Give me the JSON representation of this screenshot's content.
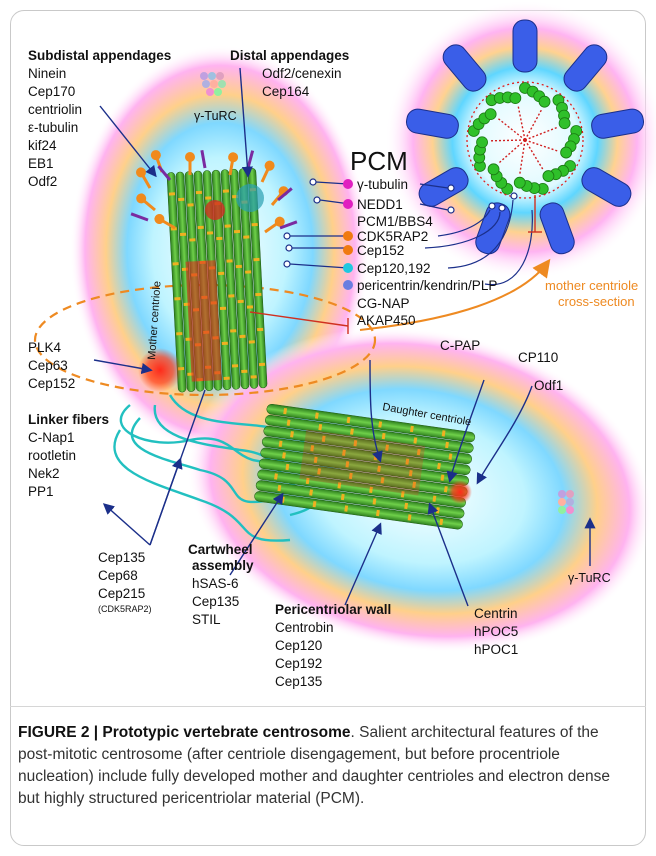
{
  "labels": {
    "subdistal_title": "Subdistal appendages",
    "subdistal_items": [
      "Ninein",
      "Cep170",
      "centriolin",
      "ε-tubulin",
      "kif24",
      "EB1",
      "Odf2"
    ],
    "distal_title": "Distal appendages",
    "distal_items": [
      "Odf2/cenexin",
      "Cep164"
    ],
    "gturc_top": "γ-TuRC",
    "pcm_title": "PCM",
    "pcm_items": [
      "γ-tubulin",
      "NEDD1",
      "PCM1/BBS4",
      "CDK5RAP2",
      "Cep152",
      "Cep120,192",
      "pericentrin/kendrin/PLP",
      "CG-NAP",
      "AKAP450"
    ],
    "mother_centriole": "Mother centriole",
    "cross_section": [
      "mother centriole",
      "cross-section"
    ],
    "plk4_items": [
      "PLK4",
      "Cep63",
      "Cep152"
    ],
    "linker_title": "Linker fibers",
    "linker_items": [
      "C-Nap1",
      "rootletin",
      "Nek2",
      "PP1"
    ],
    "cep135_items": [
      "Cep135",
      "Cep68",
      "Cep215"
    ],
    "cdk5rap2_note": "(CDK5RAP2)",
    "cartwheel_title": [
      "Cartwheel",
      "assembly"
    ],
    "cartwheel_items": [
      "hSAS-6",
      "Cep135",
      "STIL"
    ],
    "pericentriolar_title": "Pericentriolar wall",
    "pericentriolar_items": [
      "Centrobin",
      "Cep120",
      "Cep192",
      "Cep135"
    ],
    "cpap": "C-PAP",
    "cp110": "CP110",
    "odf1": "Odf1",
    "daughter_centriole": "Daughter centriole",
    "gturc_bottom": "γ-TuRC",
    "centrin_items": [
      "Centrin",
      "hPOC5",
      "hPOC1"
    ]
  },
  "caption": {
    "figure_label": "FIGURE 2 | Prototypic vertebrate centrosome",
    "text": ". Salient architectural features of the post-mitotic centrosome (after centriole disengagement, but before procentriole nucleation) include fully developed mother and daughter centrioles and electron dense but highly structured pericentriolar material (PCM)."
  },
  "colors": {
    "microtubule_green": "#3fa82a",
    "appendage_orange": "#f08a1c",
    "arrow_blue": "#1b2f8a",
    "mother_orange": "#ee8a22",
    "cross_section_blue": "#3355dd",
    "magenta_dot": "#e020c0",
    "orange_dot": "#f07a10",
    "cyan_dot": "#20c8e0",
    "blue_dot": "#6a7ee0",
    "linker_cyan": "#22c0c0"
  }
}
